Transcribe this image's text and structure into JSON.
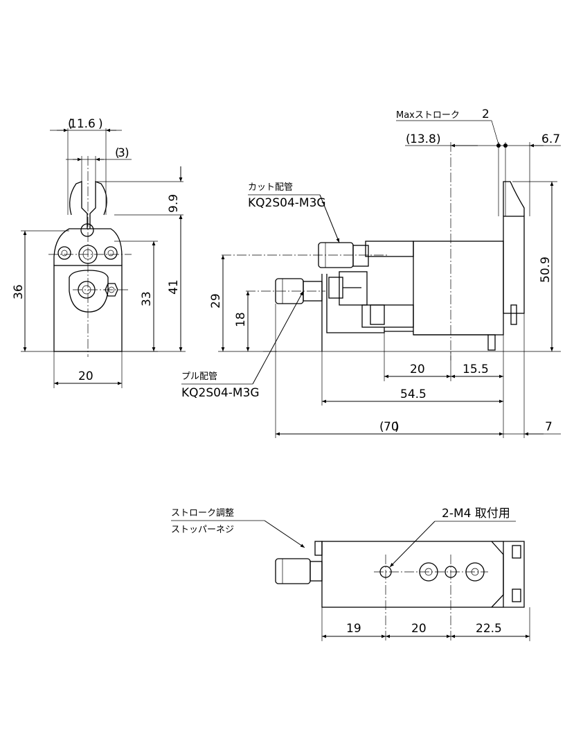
{
  "front_view": {
    "dim_width_top": "11.6",
    "dim_jaw": "3",
    "dim_jaw_height": "9.9",
    "dim_left_height": "36",
    "dim_mid_height": "33",
    "dim_total_height": "41",
    "dim_base_width": "20"
  },
  "side_view": {
    "max_stroke_label": "Maxストローク",
    "max_stroke_value": "2",
    "dim_offset": "13.8",
    "dim_cap": "6.7",
    "dim_right_height": "50.9",
    "dim_port_height": "29",
    "dim_pull_height": "18",
    "dim_bottom_20": "20",
    "dim_bottom_155": "15.5",
    "dim_bottom_545": "54.5",
    "dim_bottom_70": "70",
    "dim_bottom_7": "7",
    "cut_pipe_label": "カット配管",
    "cut_pipe_part": "KQ2S04-M3G",
    "pull_pipe_label": "プル配管",
    "pull_pipe_part": "KQ2S04-M3G"
  },
  "top_view": {
    "stroke_adjust_line1": "ストローク調整",
    "stroke_adjust_line2": "ストッパーネジ",
    "mount_label": "2-M4 取付用",
    "dim_19": "19",
    "dim_20": "20",
    "dim_225": "22.5"
  }
}
